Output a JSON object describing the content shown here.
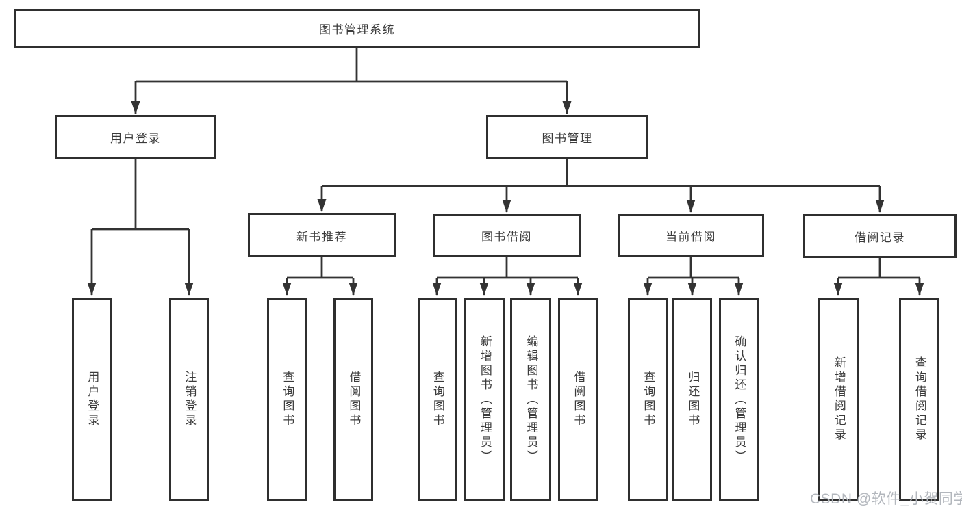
{
  "diagram": {
    "root": {
      "label": "图书管理系统",
      "children": [
        {
          "label": "用户登录",
          "children": [
            {
              "label": "用户登录"
            },
            {
              "label": "注销登录"
            }
          ]
        },
        {
          "label": "图书管理",
          "children": [
            {
              "label": "新书推荐",
              "children": [
                {
                  "label": "查询图书"
                },
                {
                  "label": "借阅图书"
                }
              ]
            },
            {
              "label": "图书借阅",
              "children": [
                {
                  "label": "查询图书"
                },
                {
                  "label": "新增图书（管理员）"
                },
                {
                  "label": "编辑图书（管理员）"
                },
                {
                  "label": "借阅图书"
                }
              ]
            },
            {
              "label": "当前借阅",
              "children": [
                {
                  "label": "查询图书"
                },
                {
                  "label": "归还图书"
                },
                {
                  "label": "确认归还（管理员）"
                }
              ]
            },
            {
              "label": "借阅记录",
              "children": [
                {
                  "label": "新增借阅记录"
                },
                {
                  "label": "查询借阅记录"
                }
              ]
            }
          ]
        }
      ]
    }
  },
  "watermark": {
    "text": "CSDN @软件_小贺同学"
  },
  "colors": {
    "line": "#333333",
    "box_border": "#2f2f2f",
    "text": "#3b3b3b",
    "watermark": "#b3b7bd",
    "background": "#ffffff"
  }
}
